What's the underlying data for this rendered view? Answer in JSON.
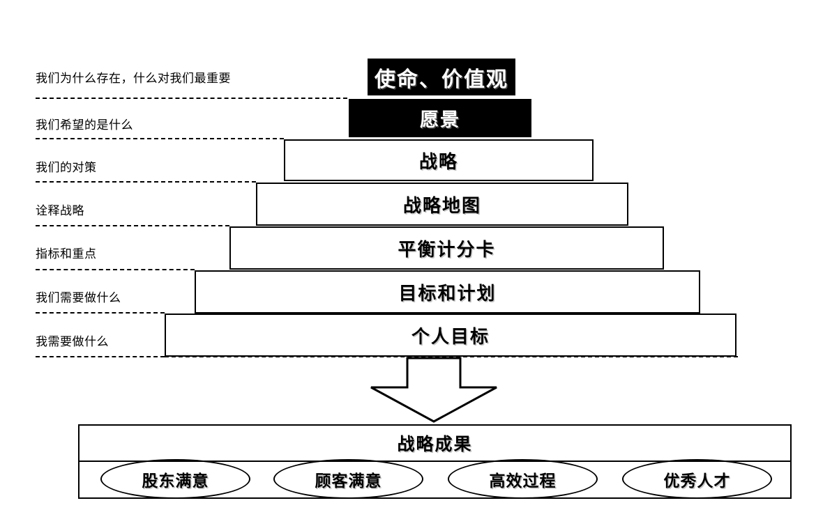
{
  "diagram": {
    "type": "strategy-pyramid",
    "title_text": "",
    "colors": {
      "ink": "#000000",
      "paper": "#ffffff",
      "dark_fill": "#000000",
      "dark_text": "#ffffff"
    },
    "left_labels": [
      {
        "text": "我们为什么存在，什么对我们最重要"
      },
      {
        "text": "我们希望的是什么"
      },
      {
        "text": "我们的对策"
      },
      {
        "text": "诠释战略"
      },
      {
        "text": "指标和重点"
      },
      {
        "text": "我们需要做什么"
      },
      {
        "text": "我需要做什么"
      }
    ],
    "tiers": [
      {
        "label": "使命、价值观",
        "style": "dark",
        "font_size": 30
      },
      {
        "label": "愿景",
        "style": "dark",
        "font_size": 27
      },
      {
        "label": "战略",
        "style": "light",
        "font_size": 26
      },
      {
        "label": "战略地图",
        "style": "light",
        "font_size": 26
      },
      {
        "label": "平衡计分卡",
        "style": "light",
        "font_size": 26
      },
      {
        "label": "目标和计划",
        "style": "light",
        "font_size": 26
      },
      {
        "label": "个人目标",
        "style": "light",
        "font_size": 26
      }
    ],
    "arrow": {
      "direction": "down"
    },
    "results": {
      "title": "战略成果",
      "outcomes": [
        {
          "label": "股东满意"
        },
        {
          "label": "顾客满意"
        },
        {
          "label": "高效过程"
        },
        {
          "label": "优秀人才"
        }
      ]
    }
  }
}
